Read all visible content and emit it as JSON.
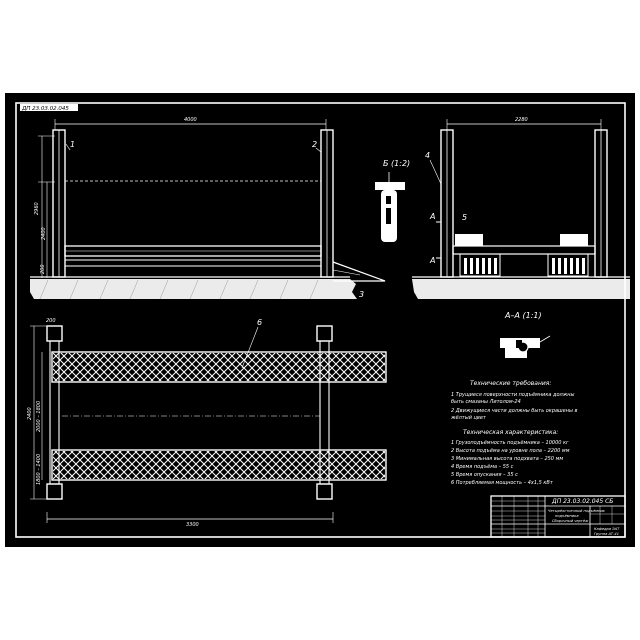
{
  "drawing": {
    "corner_stamp": "ДП 23.03.02.045",
    "colors": {
      "background": "#000000",
      "line": "#ffffff",
      "paper": "#ffffff"
    }
  },
  "side_view": {
    "dim_top": "4000",
    "dim_left_total": "2960",
    "dim_left_partial": "2400",
    "dim_left_small": "200",
    "pos_1": "1",
    "pos_2": "2",
    "pos_3": "3"
  },
  "end_view": {
    "dim_top": "2280",
    "pos_4": "4",
    "pos_5": "5",
    "section_mark_upper": "А",
    "section_mark_lower": "А"
  },
  "detail_b": {
    "label": "Б (1:2)"
  },
  "section_aa": {
    "label": "А–А (1:1)"
  },
  "plan_view": {
    "dim_bottom": "3300",
    "dim_left_total": "2400",
    "dim_left_a": "2000 – 1800",
    "dim_left_b": "1800 – 1400",
    "dim_corner": "200",
    "pos_6": "6"
  },
  "requirements": {
    "title": "Технические требования:",
    "items": [
      "1 Трущиеся поверхности подъёмника должны",
      "быть смазаны Литолом-24",
      "2 Движущиеся части должны быть окрашены в",
      "жёлтый цвет"
    ]
  },
  "characteristics": {
    "title": "Техническая характеристика:",
    "items": [
      "1 Грузоподъёмность подъёмника – 10000 кг",
      "2 Высота подъёма на уровне пола – 2200 мм",
      "3 Минимальная высота подхвата – 250 мм",
      "4 Время подъёма – 55 с",
      "5 Время опускания – 35 с",
      "6 Потребляемая мощность – 4х1,5 кВт"
    ]
  },
  "title_block": {
    "code": "ДП 23.03.02.045 СБ",
    "name_line1": "Четырёхстоечный подъёмник",
    "name_line2": "подъёмника",
    "name_line3": "Сборочный чертёж",
    "org_line1": "Кафедра ЭАТ",
    "org_line2": "Группа АТ-41"
  }
}
